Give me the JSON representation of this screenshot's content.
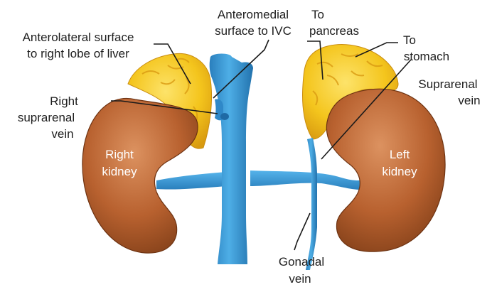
{
  "colors": {
    "kidney": "#b8612f",
    "kidney_dark": "#7e3d17",
    "kidney_light": "#d98a52",
    "adrenal": "#f4c51d",
    "adrenal_dark": "#d89a10",
    "vein": "#3f9ed9",
    "vein_dark": "#2272ad",
    "leader_line": "#1a1a1a",
    "text": "#1e1e1e",
    "kidney_text": "#ffffff"
  },
  "labels": {
    "anterolateral_1": "Anterolateral surface",
    "anterolateral_2": "to right lobe of liver",
    "anteromedial_1": "Anteromedial",
    "anteromedial_2": "surface to IVC",
    "to_pancreas_1": "To",
    "to_pancreas_2": "pancreas",
    "to_stomach_1": "To",
    "to_stomach_2": "stomach",
    "right_suprarenal_1": "Right",
    "right_suprarenal_2": "suprarenal",
    "right_suprarenal_3": "vein",
    "suprarenal_vein_1": "Suprarenal",
    "suprarenal_vein_2": "vein",
    "right_kidney_1": "Right",
    "right_kidney_2": "kidney",
    "left_kidney_1": "Left",
    "left_kidney_2": "kidney",
    "gonadal_1": "Gonadal",
    "gonadal_2": "vein"
  }
}
